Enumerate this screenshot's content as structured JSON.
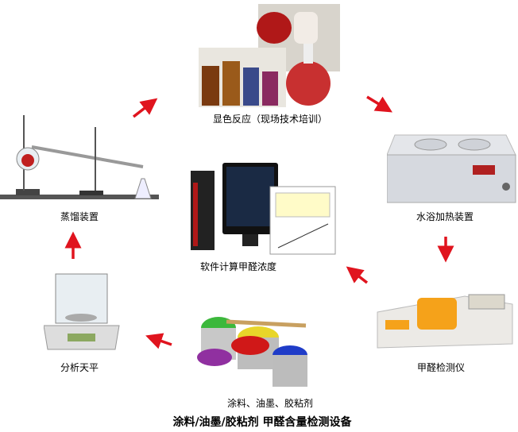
{
  "title": "涂料/油墨/胶粘剂  甲醛含量检测设备",
  "nodes": {
    "color_reaction": "显色反应（现场技术培训）",
    "water_bath": "水浴加热装置",
    "formaldehyde_meter": "甲醛检测仪",
    "software": "软件计算甲醛浓度",
    "samples": "涂料、油墨、胶粘剂",
    "balance": "分析天平",
    "distillation": "蒸馏装置"
  },
  "colors": {
    "arrow": "#e0141e"
  }
}
